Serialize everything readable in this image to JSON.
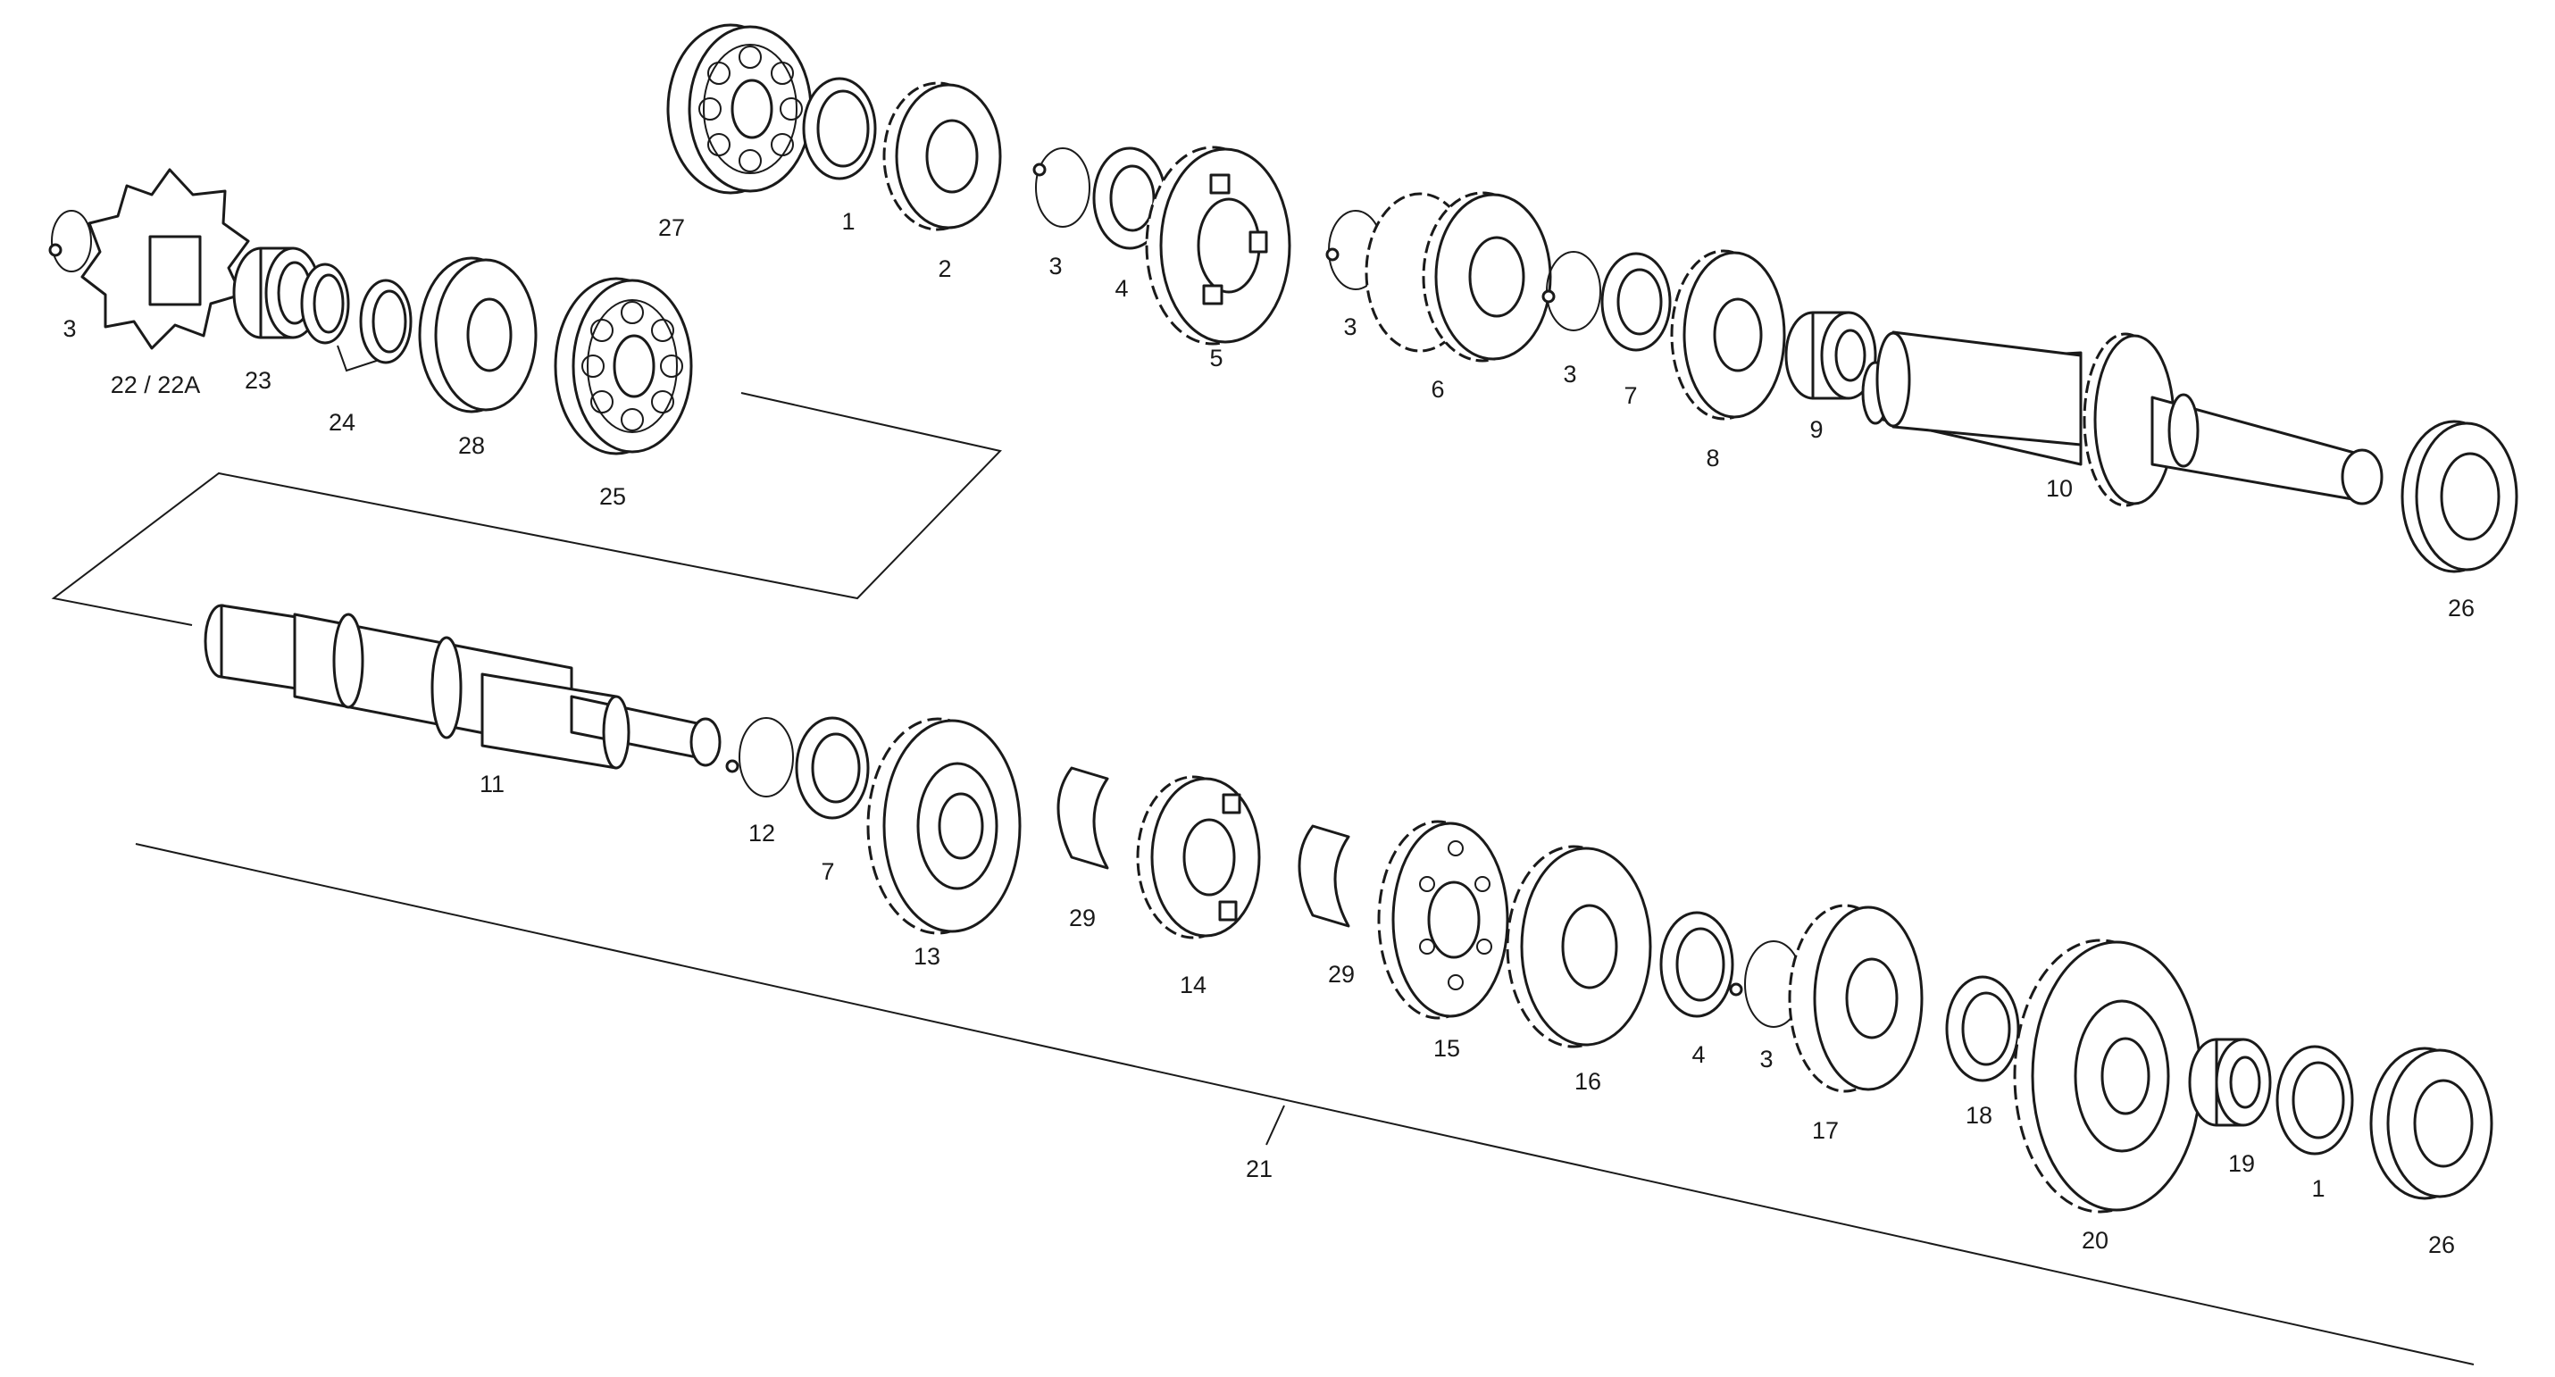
{
  "figure": {
    "callouts": [
      {
        "key": "c27",
        "text": "27"
      },
      {
        "key": "c1a",
        "text": "1"
      },
      {
        "key": "c2",
        "text": "2"
      },
      {
        "key": "c3a",
        "text": "3"
      },
      {
        "key": "c4a",
        "text": "4"
      },
      {
        "key": "c5",
        "text": "5"
      },
      {
        "key": "c3b",
        "text": "3"
      },
      {
        "key": "c6",
        "text": "6"
      },
      {
        "key": "c3c",
        "text": "3"
      },
      {
        "key": "c7a",
        "text": "7"
      },
      {
        "key": "c8",
        "text": "8"
      },
      {
        "key": "c9",
        "text": "9"
      },
      {
        "key": "c10",
        "text": "10"
      },
      {
        "key": "c26a",
        "text": "26"
      },
      {
        "key": "c3d",
        "text": "3"
      },
      {
        "key": "c22",
        "text": "22 / 22A"
      },
      {
        "key": "c23",
        "text": "23"
      },
      {
        "key": "c24",
        "text": "24"
      },
      {
        "key": "c28",
        "text": "28"
      },
      {
        "key": "c25",
        "text": "25"
      },
      {
        "key": "c11",
        "text": "11"
      },
      {
        "key": "c12",
        "text": "12"
      },
      {
        "key": "c7b",
        "text": "7"
      },
      {
        "key": "c13",
        "text": "13"
      },
      {
        "key": "c29a",
        "text": "29"
      },
      {
        "key": "c14",
        "text": "14"
      },
      {
        "key": "c29b",
        "text": "29"
      },
      {
        "key": "c15",
        "text": "15"
      },
      {
        "key": "c16",
        "text": "16"
      },
      {
        "key": "c4b",
        "text": "4"
      },
      {
        "key": "c3e",
        "text": "3"
      },
      {
        "key": "c17",
        "text": "17"
      },
      {
        "key": "c18",
        "text": "18"
      },
      {
        "key": "c19",
        "text": "19"
      },
      {
        "key": "c20",
        "text": "20"
      },
      {
        "key": "c1b",
        "text": "1"
      },
      {
        "key": "c26b",
        "text": "26"
      },
      {
        "key": "c21",
        "text": "21"
      }
    ]
  }
}
